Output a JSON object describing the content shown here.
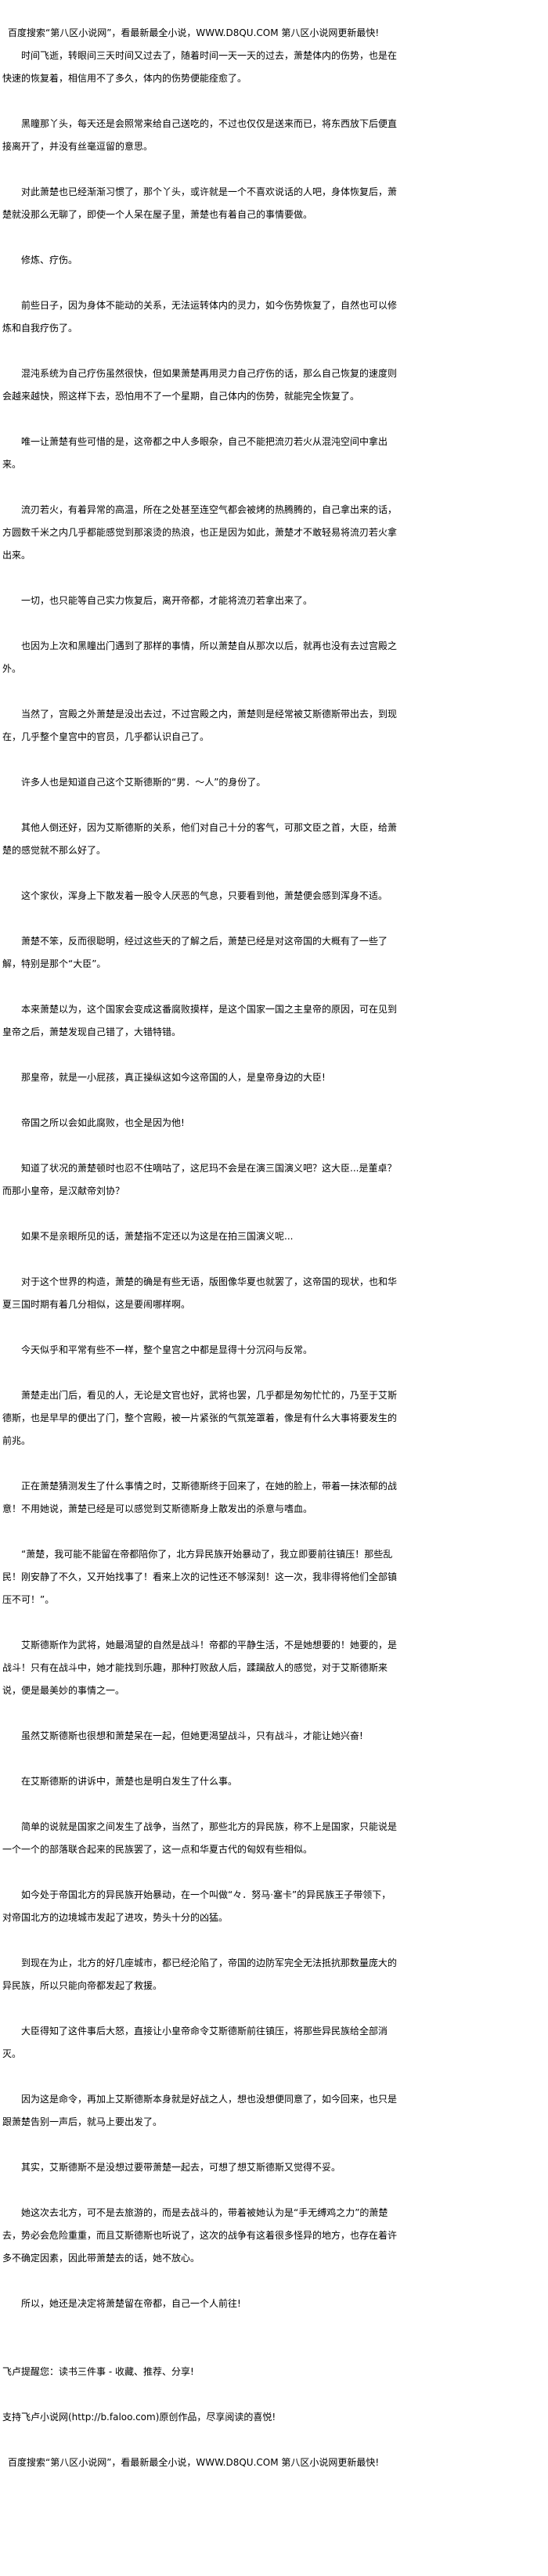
{
  "header_banner": "百度搜索“第八区小说网”，看最新最全小说，WWW.D8QU.COM   第八区小说网更新最快!",
  "paragraphs": [
    "时间飞逝，转眼间三天时间又过去了，随着时间一天一天的过去，萧楚体内的伤势，也是在快速的恢复着，相信用不了多久，体内的伤势便能痊愈了。",
    "黑瞳那丫头，每天还是会照常来给自己送吃的，不过也仅仅是送来而已，将东西放下后便直接离开了，并没有丝毫逗留的意思。",
    "对此萧楚也已经渐渐习惯了，那个丫头，或许就是一个不喜欢说话的人吧，身体恢复后，萧楚就没那么无聊了，即使一个人呆在屋子里，萧楚也有着自己的事情要做。",
    "修炼、疗伤。",
    "前些日子，因为身体不能动的关系，无法运转体内的灵力，如今伤势恢复了，自然也可以修炼和自我疗伤了。",
    "混沌系统为自己疗伤虽然很快，但如果萧楚再用灵力自己疗伤的话，那么自己恢复的速度则会越来越快，照这样下去，恐怕用不了一个星期，自己体内的伤势，就能完全恢复了。",
    "唯一让萧楚有些可惜的是，这帝都之中人多眼杂，自己不能把流刃若火从混沌空间中拿出来。",
    "流刃若火，有着异常的高温，所在之处甚至连空气都会被烤的热腾腾的，自己拿出来的话，方圆数千米之内几乎都能感觉到那滚烫的热浪，也正是因为如此，萧楚才不敢轻易将流刃若火拿出来。",
    "一切，也只能等自己实力恢复后，离开帝都，才能将流刃若拿出来了。",
    "也因为上次和黑瞳出门遇到了那样的事情，所以萧楚自从那次以后，就再也没有去过宫殿之外。",
    "当然了，宫殿之外萧楚是没出去过，不过宫殿之内，萧楚则是经常被艾斯德斯带出去，到现在，几乎整个皇宫中的官员，几乎都认识自己了。",
    "许多人也是知道自己这个艾斯德斯的“男．～人”的身份了。",
    "其他人倒还好，因为艾斯德斯的关系，他们对自己十分的客气，可那文臣之首，大臣，给萧楚的感觉就不那么好了。",
    "这个家伙，浑身上下散发着一股令人厌恶的气息，只要看到他，萧楚便会感到浑身不适。",
    "萧楚不笨，反而很聪明，经过这些天的了解之后，萧楚已经是对这帝国的大概有了一些了解，特别是那个“大臣”。",
    "本来萧楚以为，这个国家会变成这番腐败摸样，是这个国家一国之主皇帝的原因，可在见到皇帝之后，萧楚发现自己错了，大错特错。",
    "那皇帝，就是一小屁孩，真正操纵这如今这帝国的人，是皇帝身边的大臣!",
    "帝国之所以会如此腐败，也全是因为他!",
    "知道了状况的萧楚顿时也忍不住嘀咕了，这尼玛不会是在演三国演义吧？这大臣...是董卓？而那小皇帝，是汉献帝刘协？",
    "如果不是亲眼所见的话，萧楚指不定还以为这是在拍三国演义呢...",
    "对于这个世界的构造，萧楚的确是有些无语，版图像华夏也就罢了，这帝国的现状，也和华夏三国时期有着几分相似，这是要闹哪样啊。",
    "今天似乎和平常有些不一样，整个皇宫之中都是显得十分沉闷与反常。",
    "萧楚走出门后，看见的人，无论是文官也好，武将也罢，几乎都是匆匆忙忙的，乃至于艾斯德斯，也是早早的便出了门，整个宫殿，被一片紧张的气氛笼罩着，像是有什么大事将要发生的前兆。",
    "正在萧楚猜测发生了什么事情之时，艾斯德斯终于回来了，在她的脸上，带着一抹浓郁的战意！不用她说，萧楚已经是可以感觉到艾斯德斯身上散发出的杀意与嗜血。",
    "“萧楚，我可能不能留在帝都陪你了，北方异民族开始暴动了，我立即要前往镇压！那些乱民！刚安静了不久，又开始找事了！看来上次的记性还不够深刻！这一次，我非得将他们全部镇压不可！”。",
    "艾斯德斯作为武将，她最渴望的自然是战斗！帝都的平静生活，不是她想要的！她要的，是战斗！只有在战斗中，她才能找到乐趣，那种打败敌人后，蹂躏敌人的感觉，对于艾斯德斯来说，便是最美妙的事情之一。",
    "虽然艾斯德斯也很想和萧楚呆在一起，但她更渴望战斗，只有战斗，才能让她兴奋!",
    "在艾斯德斯的讲诉中，萧楚也是明白发生了什么事。",
    "简单的说就是国家之间发生了战争，当然了，那些北方的异民族，称不上是国家，只能说是一个一个的部落联合起来的民族罢了，这一点和华夏古代的匈奴有些相似。",
    "如今处于帝国北方的异民族开始暴动，在一个叫做“々．努马·塞卡”的异民族王子带领下，对帝国北方的边境城市发起了进攻，势头十分的凶猛。",
    "到现在为止，北方的好几座城市，都已经沦陷了，帝国的边防军完全无法抵抗那数量庞大的异民族，所以只能向帝都发起了救援。",
    "大臣得知了这件事后大怒，直接让小皇帝命令艾斯德斯前往镇压，将那些异民族给全部消灭。",
    "因为这是命令，再加上艾斯德斯本身就是好战之人，想也没想便同意了，如今回来，也只是跟萧楚告别一声后，就马上要出发了。",
    "其实，艾斯德斯不是没想过要带萧楚一起去，可想了想艾斯德斯又觉得不妥。",
    "她这次去北方，可不是去旅游的，而是去战斗的，带着被她认为是“手无缚鸡之力”的萧楚去，势必会危险重重，而且艾斯德斯也听说了，这次的战争有这着很多怪异的地方，也存在着许多不确定因素，因此带萧楚去的话，她不放心。",
    "所以，她还是决定将萧楚留在帝都，自己一个人前往!"
  ],
  "footer": {
    "reminder": "飞卢提醒您：读书三件事 - 收藏、推荐、分享!",
    "support": "支持飞卢小说网(http://b.faloo.com)原创作品，尽享阅读的喜悦!",
    "bottom_banner": "百度搜索“第八区小说网”，看最新最全小说，WWW.D8QU.COM   第八区小说网更新最快!"
  }
}
